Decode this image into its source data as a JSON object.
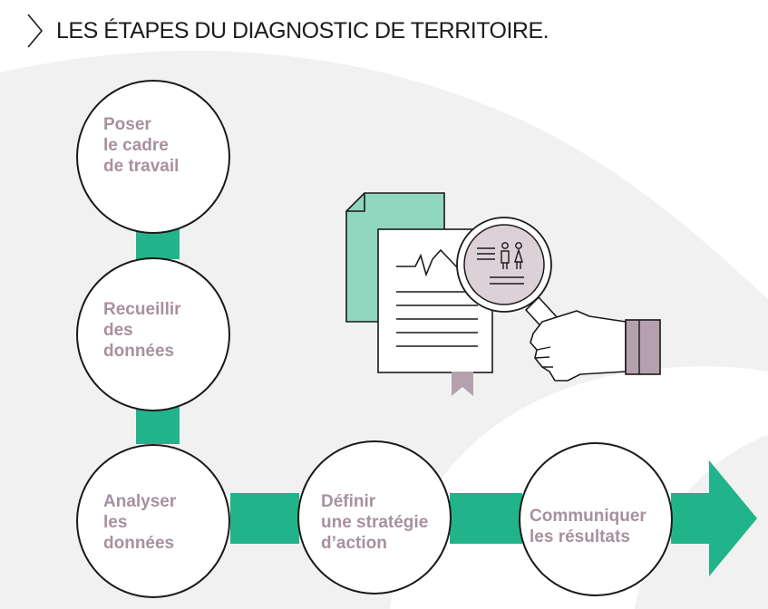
{
  "header": {
    "title": "LES ÉTAPES DU DIAGNOSTIC DE TERRITOIRE.",
    "chevron_icon": "chevron-right-icon"
  },
  "steps": [
    {
      "lines": [
        "Poser",
        "le cadre",
        "de travail"
      ]
    },
    {
      "lines": [
        "Recueillir",
        "des",
        "données"
      ]
    },
    {
      "lines": [
        "Analyser",
        "les",
        "données"
      ]
    },
    {
      "lines": [
        "Définir",
        "une stratégie",
        "d’action"
      ]
    },
    {
      "lines": [
        "Communiquer",
        "les résultats"
      ]
    }
  ],
  "colors": {
    "connector_green": "#21b48a",
    "label_mauve": "#a8909f",
    "document_green": "#8fd7bf",
    "magnifier_fill": "#ddd1d8",
    "cuff": "#b4a1ad",
    "background_shape": "#f0f0f0"
  },
  "illustration": {
    "icons": [
      "document-icon",
      "chart-icon",
      "magnifier-icon",
      "people-icon",
      "hand-icon",
      "bookmark-icon"
    ]
  }
}
